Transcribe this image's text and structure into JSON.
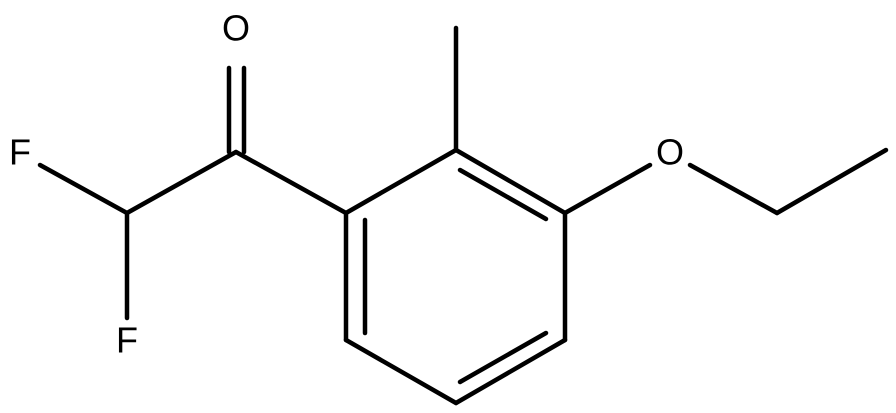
{
  "molecule": {
    "atoms": {
      "oxygen_carbonyl": "O",
      "fluorine_top": "F",
      "fluorine_bottom": "F",
      "oxygen_ether": "O"
    },
    "colors": {
      "bond": "#000000",
      "label": "#000000",
      "background": "#ffffff"
    }
  }
}
